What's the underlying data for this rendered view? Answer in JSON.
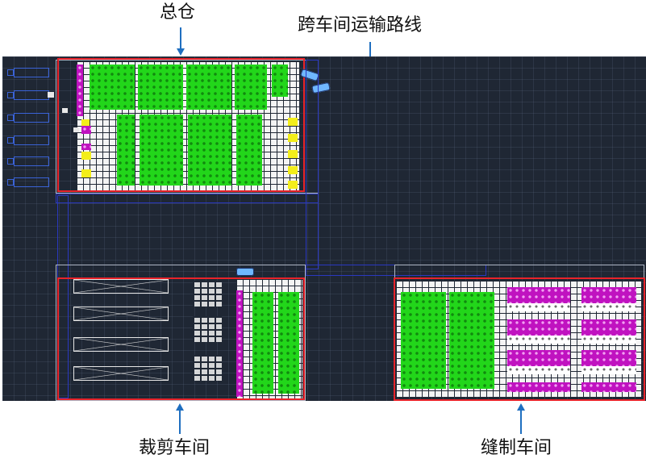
{
  "labels": {
    "main_warehouse": "总仓",
    "transport_route": "跨车间运输路线",
    "cutting_workshop": "裁剪车间",
    "sewing_workshop": "缝制车间"
  },
  "colors": {
    "background": "#1f2734",
    "highlight_border": "#e8232a",
    "arrow": "#1f6fc0",
    "route_lines": "#2a38c0",
    "storage_green": "#22d61a",
    "storage_magenta": "#c012c0",
    "storage_yellow": "#f3ee1a"
  }
}
